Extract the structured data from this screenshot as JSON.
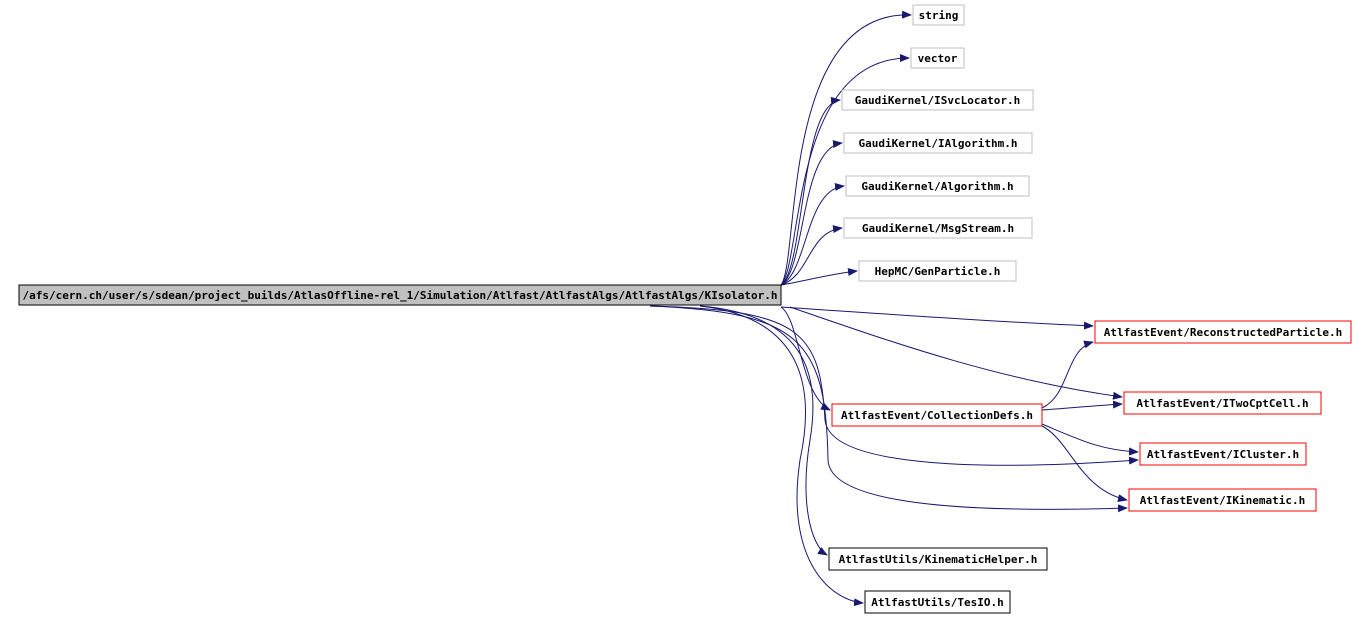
{
  "colors": {
    "edge": "#191970",
    "root_fill": "#c0c0c0",
    "root_border": "#000000",
    "plain_border": "#bfbfbf",
    "documented_border": "#ff0000",
    "linked_border": "#000000"
  },
  "nodes": [
    {
      "id": "root",
      "label": "/afs/cern.ch/user/s/sdean/project_builds/AtlasOffline-rel_1/Simulation/Atlfast/AtlfastAlgs/AtlfastAlgs/KIsolator.h",
      "kind": "root"
    },
    {
      "id": "string",
      "label": "string",
      "kind": "plain"
    },
    {
      "id": "vector",
      "label": "vector",
      "kind": "plain"
    },
    {
      "id": "isvclocator",
      "label": "GaudiKernel/ISvcLocator.h",
      "kind": "plain"
    },
    {
      "id": "ialgorithm",
      "label": "GaudiKernel/IAlgorithm.h",
      "kind": "plain"
    },
    {
      "id": "algorithm",
      "label": "GaudiKernel/Algorithm.h",
      "kind": "plain"
    },
    {
      "id": "msgstream",
      "label": "GaudiKernel/MsgStream.h",
      "kind": "plain"
    },
    {
      "id": "genparticle",
      "label": "HepMC/GenParticle.h",
      "kind": "plain"
    },
    {
      "id": "recparticle",
      "label": "AtlfastEvent/ReconstructedParticle.h",
      "kind": "documented"
    },
    {
      "id": "twocptcell",
      "label": "AtlfastEvent/ITwoCptCell.h",
      "kind": "documented"
    },
    {
      "id": "collectiondefs",
      "label": "AtlfastEvent/CollectionDefs.h",
      "kind": "documented"
    },
    {
      "id": "icluster",
      "label": "AtlfastEvent/ICluster.h",
      "kind": "documented"
    },
    {
      "id": "ikinematic",
      "label": "AtlfastEvent/IKinematic.h",
      "kind": "documented"
    },
    {
      "id": "kinhelper",
      "label": "AtlfastUtils/KinematicHelper.h",
      "kind": "linked"
    },
    {
      "id": "tesio",
      "label": "AtlfastUtils/TesIO.h",
      "kind": "linked"
    }
  ],
  "edges": [
    {
      "from": "root",
      "to": "string"
    },
    {
      "from": "root",
      "to": "vector"
    },
    {
      "from": "root",
      "to": "isvclocator"
    },
    {
      "from": "root",
      "to": "ialgorithm"
    },
    {
      "from": "root",
      "to": "algorithm"
    },
    {
      "from": "root",
      "to": "msgstream"
    },
    {
      "from": "root",
      "to": "genparticle"
    },
    {
      "from": "root",
      "to": "recparticle"
    },
    {
      "from": "root",
      "to": "twocptcell"
    },
    {
      "from": "root",
      "to": "collectiondefs"
    },
    {
      "from": "root",
      "to": "icluster"
    },
    {
      "from": "root",
      "to": "ikinematic"
    },
    {
      "from": "root",
      "to": "kinhelper"
    },
    {
      "from": "root",
      "to": "tesio"
    },
    {
      "from": "collectiondefs",
      "to": "recparticle"
    },
    {
      "from": "collectiondefs",
      "to": "twocptcell"
    },
    {
      "from": "collectiondefs",
      "to": "icluster"
    },
    {
      "from": "collectiondefs",
      "to": "ikinematic"
    }
  ]
}
